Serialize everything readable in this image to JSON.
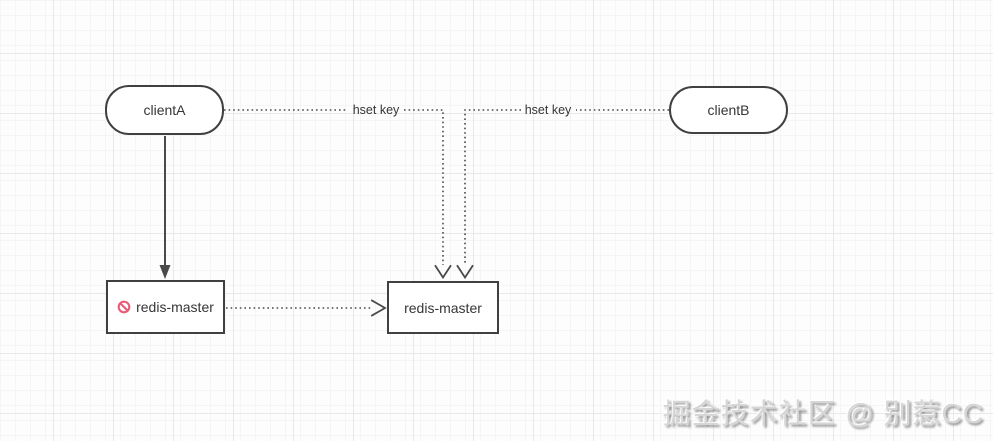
{
  "diagram": {
    "nodes": {
      "clientA": {
        "label": "clientA",
        "shape": "rounded-rectangle"
      },
      "clientB": {
        "label": "clientB",
        "shape": "rounded-rectangle"
      },
      "redis_master_old": {
        "label": "redis-master",
        "shape": "rectangle",
        "icon": "prohibited-icon"
      },
      "redis_master_new": {
        "label": "redis-master",
        "shape": "rectangle"
      }
    },
    "edges": {
      "clientA_hset": {
        "label": "hset key",
        "from": "clientA",
        "to": "redis_master_new",
        "style": "dotted-arrow"
      },
      "clientB_hset": {
        "label": "hset key",
        "from": "clientB",
        "to": "redis_master_new",
        "style": "dotted-arrow"
      },
      "clientA_write": {
        "from": "clientA",
        "to": "redis_master_old",
        "style": "solid-arrow"
      },
      "old_to_new": {
        "from": "redis_master_old",
        "to": "redis_master_new",
        "style": "dotted-arrow"
      }
    }
  },
  "watermark": {
    "text": "掘金技术社区 @ 别惹CC"
  },
  "colors": {
    "node_border": "#404040",
    "node_fill": "#ffffff",
    "label_text": "#363636",
    "edge_stroke": "#4a4a4a",
    "prohibited": "#ec5b76",
    "grid_minor": "#f5f5f7",
    "grid_major": "#e9e9ec",
    "watermark_face": "#d6d6d6",
    "watermark_shadow": "rgba(120,120,120,0.85)"
  }
}
